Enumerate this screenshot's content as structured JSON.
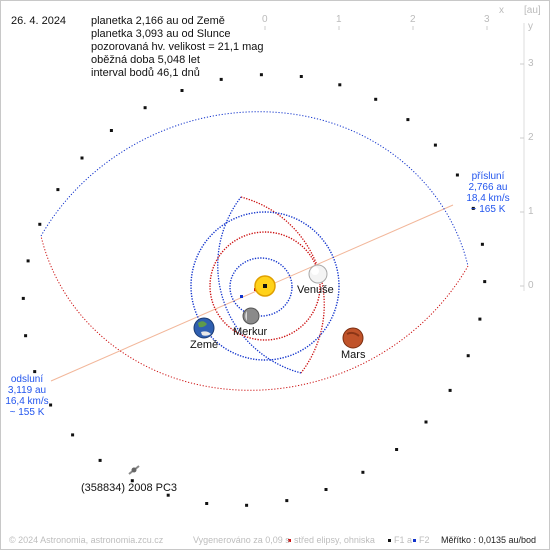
{
  "date": "26. 4. 2024",
  "info_lines": [
    "planetka 2,166 au od Země",
    "planetka 3,093 au od Slunce",
    "pozorovaná hv. velikost = 21,1 mag",
    "oběžná doba 5,048 let",
    "interval bodů 46,1 dnů"
  ],
  "axes": {
    "unit": "[au]",
    "x_name": "x",
    "y_name": "y",
    "x_ticks": [
      "0",
      "1",
      "2",
      "3"
    ],
    "y_ticks": [
      "3",
      "2",
      "1",
      "0"
    ]
  },
  "perihelion": {
    "title": "přísluní",
    "distance": "2,766 au",
    "speed": "18,4 km/s",
    "temp": "~ 165 K"
  },
  "aphelion": {
    "title": "odsluní",
    "distance": "3,119 au",
    "speed": "16,4 km/s",
    "temp": "~ 155 K"
  },
  "bodies": {
    "venus": "Venuše",
    "mercury": "Merkur",
    "earth": "Země",
    "mars": "Mars",
    "asteroid": "(358834) 2008 PC3"
  },
  "footer": {
    "copyright": "© 2024 Astronomia, astronomia.zcu.cz",
    "generated": "Vygenerováno za 0,09 s",
    "legend_center": "střed elipsy, ohniska",
    "legend_f1": "F1 a",
    "legend_f2": "F2",
    "scale": "Měřítko : 0,0135 au/bod"
  },
  "colors": {
    "orbit_red": "#cc1111",
    "orbit_blue": "#1133cc",
    "apsis_line": "#f2b79a",
    "label_blue": "#2255ee"
  }
}
